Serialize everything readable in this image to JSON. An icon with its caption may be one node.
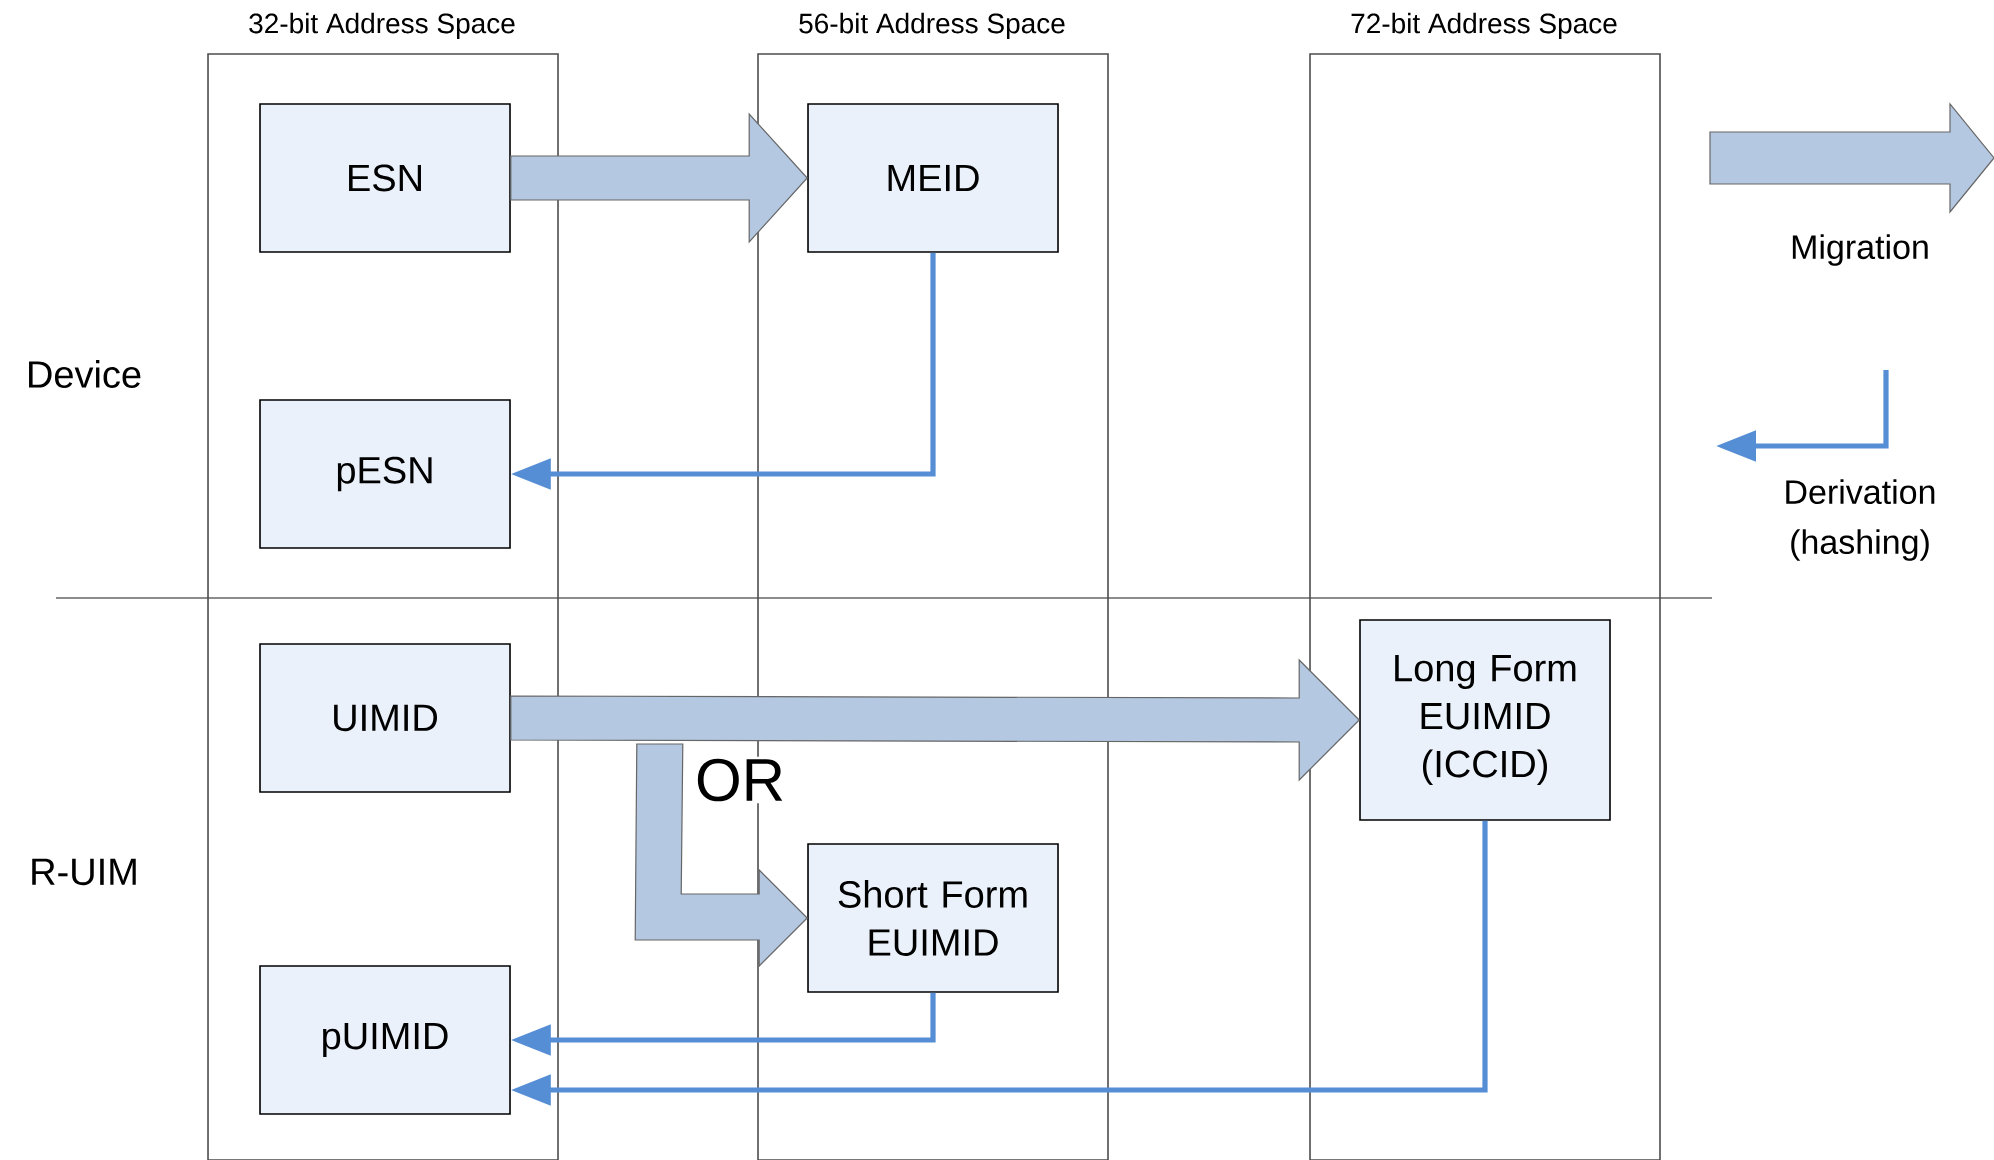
{
  "diagram": {
    "nodes": [
      {
        "text": [
          "32-bit Address Space"
        ]
      },
      {
        "text": [
          "56-bit Address Space"
        ]
      },
      {
        "text": [
          "72-bit Address Space"
        ]
      },
      {
        "text": [
          "ESN"
        ],
        "in": 0
      },
      {
        "text": [
          "MEID"
        ],
        "in": 1
      },
      {
        "text": [
          "pESN"
        ],
        "in": 0
      },
      {
        "text": [
          "UIMID"
        ],
        "in": 0
      },
      {
        "text": [
          "Short Form EUIMID"
        ],
        "in": 1
      },
      {
        "text": [
          "Long Form EUIMID (ICCID)"
        ],
        "in": 2
      },
      {
        "text": [
          "pUIMID"
        ],
        "in": 0
      }
    ],
    "edges": [
      {
        "from": 3,
        "to": 4,
        "arrow": "to",
        "style": "thick"
      },
      {
        "from": 4,
        "to": 5,
        "arrow": "to"
      },
      {
        "from": 6,
        "to": 7,
        "arrow": "to",
        "style": "thick",
        "label": "OR"
      },
      {
        "from": 6,
        "to": 8,
        "arrow": "to",
        "style": "thick"
      },
      {
        "from": 7,
        "to": 9,
        "arrow": "to"
      },
      {
        "from": 8,
        "to": 9,
        "arrow": "to"
      }
    ],
    "labels": [
      "Device",
      "R-UIM"
    ],
    "legend": [
      {
        "text": "Migration"
      },
      {
        "text": "Derivation (hashing)"
      }
    ]
  }
}
